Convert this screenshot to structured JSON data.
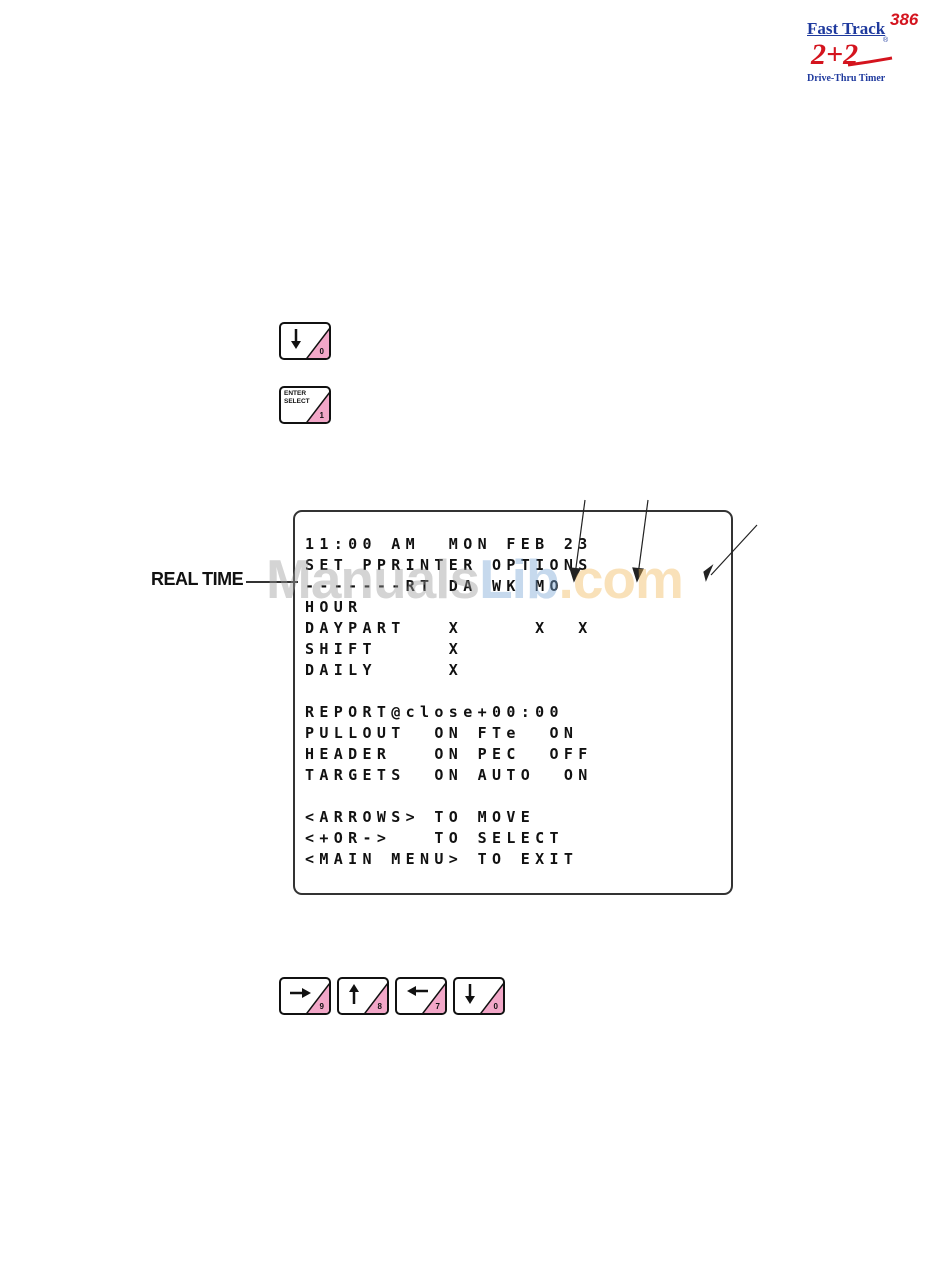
{
  "logo": {
    "brand": "Fast Track",
    "model": "386",
    "registered": "®",
    "tagline": "Drive-Thru Timer",
    "logotype": "2+2"
  },
  "keys": {
    "down_key_number": "0",
    "enter_key_label_line1": "ENTER",
    "enter_key_label_line2": "SELECT",
    "enter_key_number": "1",
    "arrow_keys": [
      {
        "direction": "right",
        "icon": "arrow-right-icon",
        "number": "9"
      },
      {
        "direction": "up",
        "icon": "arrow-up-icon",
        "number": "8"
      },
      {
        "direction": "left",
        "icon": "arrow-left-icon",
        "number": "7"
      },
      {
        "direction": "down",
        "icon": "arrow-down-icon",
        "number": "0"
      }
    ],
    "key_accent_color": "#f2a7c8"
  },
  "screen": {
    "lines": [
      "11:00 AM  MON FEB 23",
      "SET PPRINTER OPTIONS",
      "-------RT DA WK MO",
      "HOUR",
      "DAYPART   X     X  X",
      "SHIFT     X",
      "DAILY     X",
      "",
      "REPORT@close+00:00",
      "PULLOUT  ON FTe  ON",
      "HEADER   ON PEC  OFF",
      "TARGETS  ON AUTO  ON",
      "",
      "<ARROWS> TO MOVE",
      "<+OR->   TO SELECT",
      "<MAIN MENU> TO EXIT"
    ]
  },
  "callout": {
    "label": "REAL TIME"
  },
  "watermark": {
    "part1": "Manuals",
    "part2": "Lib",
    "part3": ".com"
  }
}
